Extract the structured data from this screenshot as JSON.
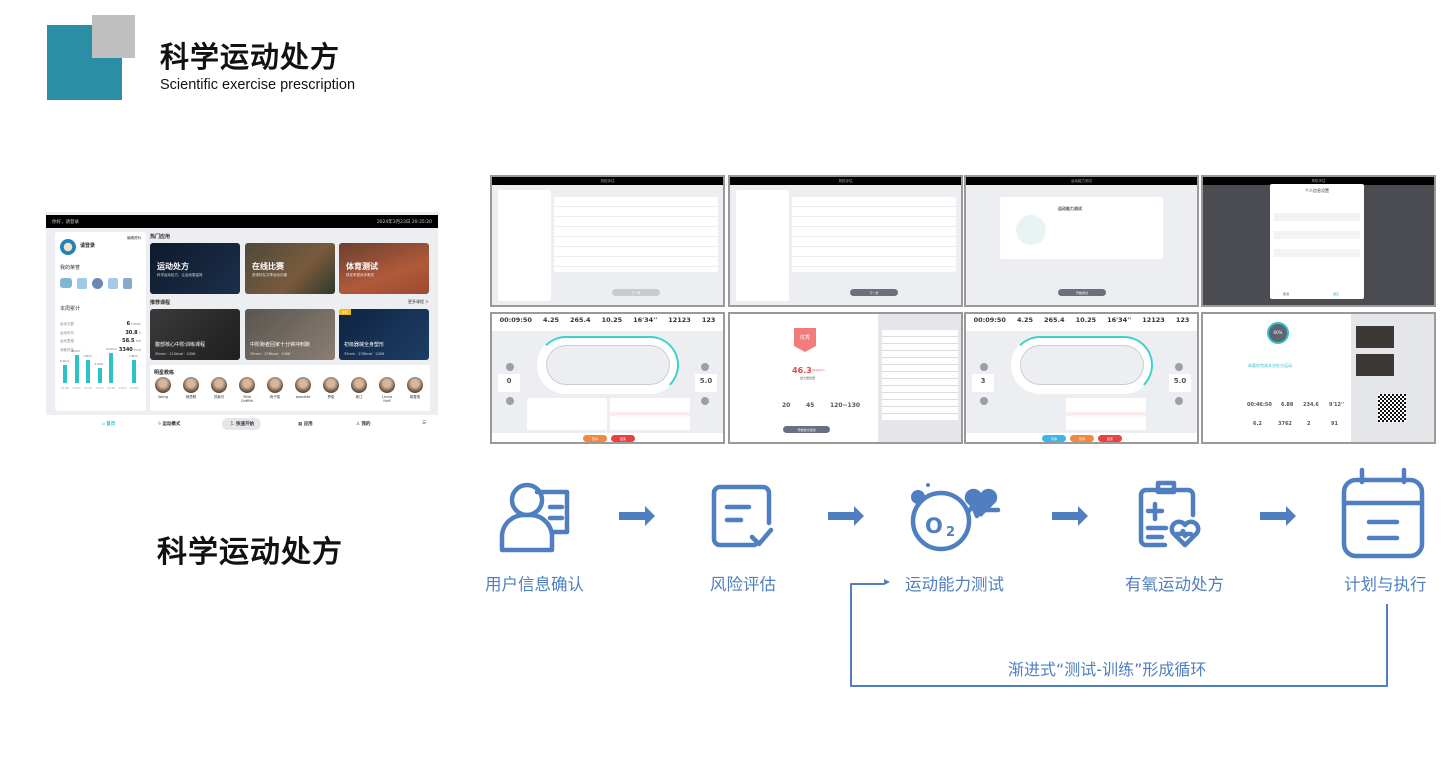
{
  "header": {
    "title": "科学运动处方",
    "subtitle": "Scientific exercise prescription"
  },
  "section_label": "科学运动处方",
  "main_app": {
    "greeting": "你好，请登录",
    "datetime": "2024年3月23日 20:35:20",
    "user": {
      "name": "请登录",
      "edit": "编辑资料",
      "my_honors": "我的荣誉",
      "weekly": "本周累计"
    },
    "stats": [
      {
        "label": "运动次数",
        "value": "6",
        "unit": "times"
      },
      {
        "label": "运动时长",
        "value": "30.8",
        "unit": "h"
      },
      {
        "label": "运动里程",
        "value": "58.5",
        "unit": "km"
      },
      {
        "label": "消耗热量",
        "value": "3340",
        "unit": "kcal"
      }
    ],
    "chart": {
      "dates": [
        "11/12",
        "11/13",
        "11/14",
        "11/15",
        "11/16",
        "11/17",
        "11/18"
      ],
      "values": [
        6.0,
        9.2,
        7.8,
        5.0,
        10.0,
        0,
        7.6
      ],
      "labels": [
        "6.0km",
        "9.2km",
        "7.8km",
        "5.0km",
        "10.0km",
        "",
        "7.6km"
      ]
    },
    "hot_apps_label": "热门应用",
    "hot_apps": [
      {
        "title": "运动处方",
        "sub": "科学运动处方，让运动更高效"
      },
      {
        "title": "在线比赛",
        "sub": "邀请好友共享运动乐趣"
      },
      {
        "title": "体育测试",
        "sub": "精准掌握身体素质"
      }
    ],
    "courses_label": "推荐课程",
    "more_courses": "更多课程 >",
    "courses": [
      {
        "title": "腹部核心中阶训练课程",
        "meta": "30min · 110kcal · 2456"
      },
      {
        "title": "中阶跑者回家十分钟冲刺跑",
        "meta": "35min · 276kcal · 2456"
      },
      {
        "title": "初级器械全身塑形",
        "meta": "35min · 276kcal · 2456",
        "badge": "会员"
      }
    ],
    "coaches_label": "明星教练",
    "coaches": [
      "Wong",
      "杨勇聪",
      "苏紫可",
      "Yttie Griffith",
      "冉子俊",
      "Jeanette",
      "罗俊",
      "吴江",
      "Linnie Huff",
      "胡雪燕"
    ],
    "nav": [
      "首页",
      "运动模式",
      "快速开始",
      "应用",
      "我的"
    ]
  },
  "thumbs": {
    "risk_title": "风险评估",
    "next": "下一步",
    "test_title": "运动能力测试",
    "start_test": "开始测试",
    "info_title": "个人信息设置",
    "cancel": "取消",
    "confirm": "确定",
    "run_stats": [
      "00:09:50",
      "4.25",
      "265.4",
      "10.25",
      "16'34''",
      "12123",
      "123"
    ],
    "run_left": "0",
    "run_left2": "3",
    "run_right": "5.0",
    "pause": "暂停",
    "stop": "结束",
    "result": {
      "badge": "优秀",
      "vo2": "46.3",
      "unit": "ml/kg/min",
      "label": "最大摄氧量",
      "vals": [
        "20",
        "45",
        "120~130"
      ],
      "btn": "开始处方运动"
    },
    "finish": {
      "pct": "60%",
      "msg": "恭喜你完成本次处方运动",
      "vals": [
        "00:46:50",
        "6.88",
        "234.6",
        "9'12''",
        "6.2",
        "3762",
        "2",
        "91"
      ]
    }
  },
  "flow": {
    "steps": [
      "用户信息确认",
      "风险评估",
      "运动能力测试",
      "有氧运动处方",
      "计划与执行"
    ],
    "loop_caption": "渐进式“测试-训练”形成循环"
  },
  "colors": {
    "teal": "#2a8fa4",
    "flow_blue": "#4f7fc0",
    "accent": "#2cc3c6"
  }
}
